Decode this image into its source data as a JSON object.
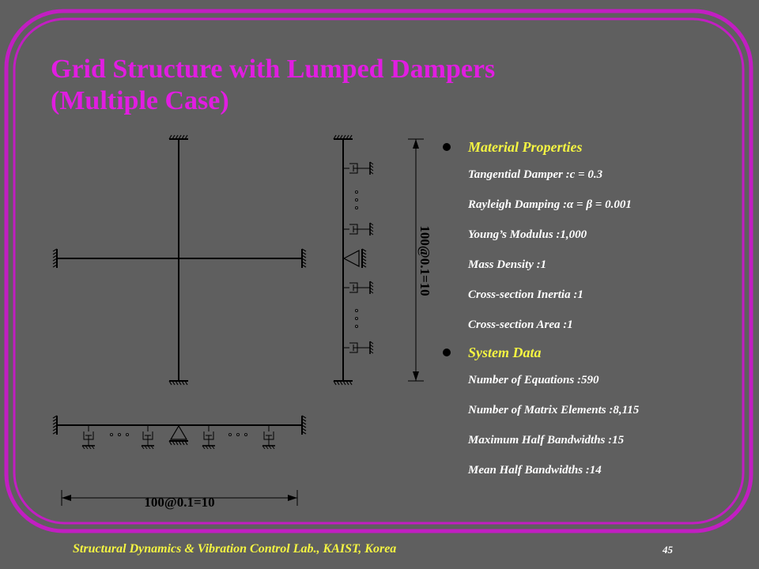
{
  "title": {
    "line1": "Grid Structure with Lumped Dampers",
    "line2": "(Multiple Case)"
  },
  "diagram": {
    "vertical_dimension": "100@0.1=10",
    "horizontal_dimension": "100@0.1=10"
  },
  "material": {
    "heading": "Material Properties",
    "items": [
      "Tangential Damper :c = 0.3",
      "Rayleigh Damping :α = β = 0.001",
      "Young’s Modulus :1,000",
      "Mass Density :1",
      "Cross-section Inertia :1",
      "Cross-section Area :1"
    ]
  },
  "system": {
    "heading": "System Data",
    "items": [
      "Number of Equations :590",
      "Number of Matrix Elements :8,115",
      "Maximum Half Bandwidths :15",
      "Mean Half Bandwidths :14"
    ]
  },
  "footer": {
    "lab": "Structural Dynamics & Vibration Control Lab., KAIST, Korea",
    "page": "45"
  },
  "colors": {
    "background": "#5f5f5f",
    "frame": "#c21ec2",
    "title": "#e11de1",
    "heading": "#f5f542",
    "body_text": "#ffffff",
    "lines": "#000000"
  }
}
